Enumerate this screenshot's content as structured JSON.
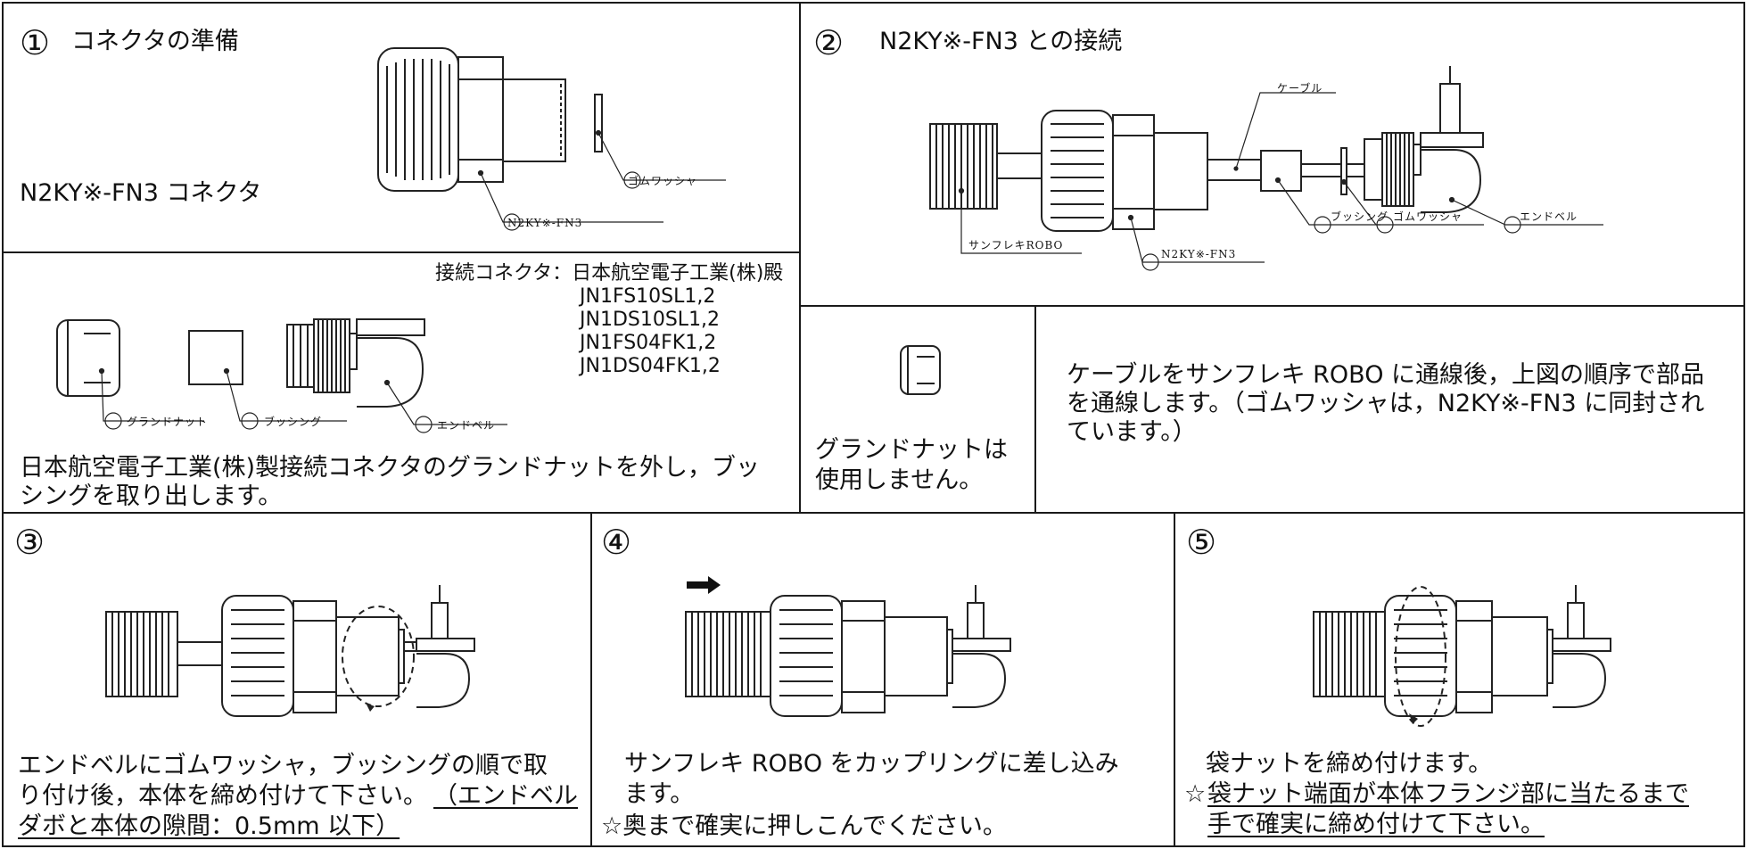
{
  "panel1": {
    "step_no": "①",
    "title": "コネクタの準備",
    "caption": "N2KY※-FN3 コネクタ",
    "label_connector": "N2KY※-FN3",
    "label_washer": "ゴムワッシャ"
  },
  "panel1b": {
    "maker_line": "接続コネクタ：日本航空電子工業(株)殿",
    "models": [
      "JN1FS10SL1,2",
      "JN1DS10SL1,2",
      "JN1FS04FK1,2",
      "JN1DS04FK1,2"
    ],
    "label_gland": "グランドナット",
    "label_bushing": "ブッシング",
    "label_endbell": "エンドベル",
    "text": [
      "日本航空電子工業(株)製接続コネクタのグランドナットを外し，ブッ",
      "シングを取り出します。"
    ]
  },
  "panel2": {
    "step_no": "②",
    "title": "N2KY※-FN3 との接続",
    "label_cable": "ケーブル",
    "label_tube": "サンフレキROBO",
    "label_connector": "N2KY※-FN3",
    "label_bushing": "ブッシング",
    "label_washer": "ゴムワッシャ",
    "label_endbell": "エンドベル"
  },
  "panel2b": {
    "text": [
      "グランドナットは",
      "使用しません。"
    ]
  },
  "panel2c": {
    "text": [
      "ケーブルをサンフレキ ROBO に通線後，上図の順序で部品",
      "を通線します。（ゴムワッシャは，N2KY※-FN3 に同封され",
      "ています。）"
    ]
  },
  "panel3": {
    "step_no": "③",
    "text": [
      "エンドベルにゴムワッシャ，ブッシングの順で取",
      "り付け後，本体を締め付けて下さい。",
      "（エンドベル",
      "ダボと本体の隙間：0.5mm 以下）"
    ]
  },
  "panel4": {
    "step_no": "④",
    "text": [
      "サンフレキ ROBO をカップリングに差し込み",
      "ます。",
      "☆奥まで確実に押しこんでください。"
    ]
  },
  "panel5": {
    "step_no": "⑤",
    "star": "☆",
    "text": [
      "袋ナットを締め付けます。",
      "袋ナット端面が本体フランジ部に当たるまで",
      "手で確実に締め付けて下さい。"
    ]
  }
}
